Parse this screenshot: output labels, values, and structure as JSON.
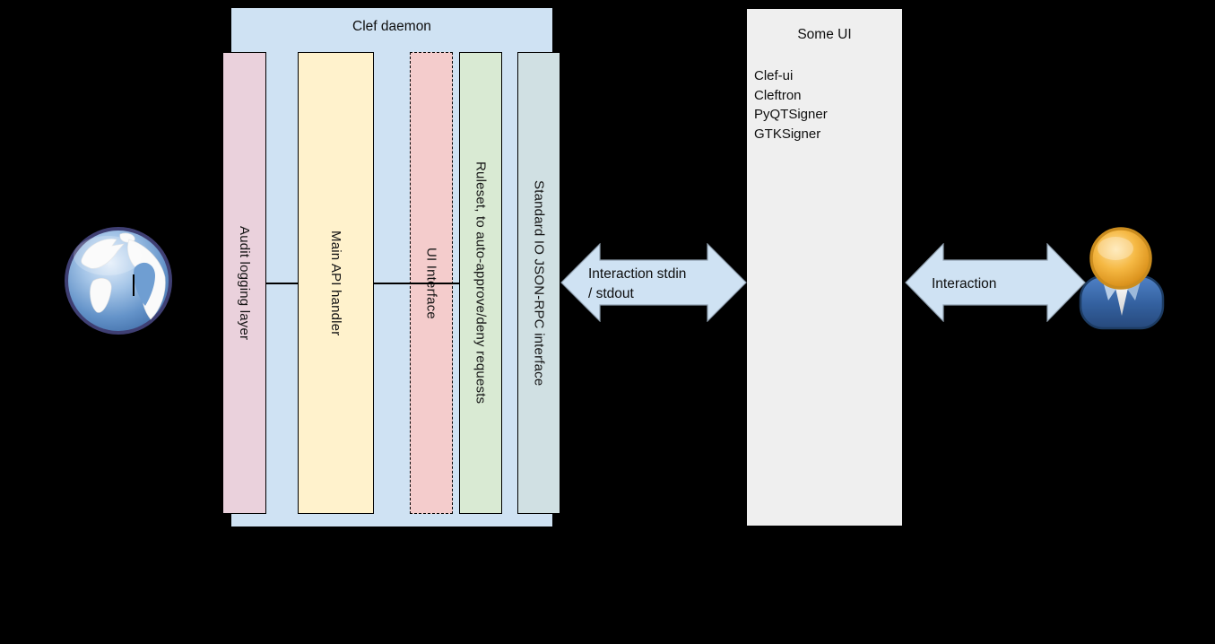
{
  "clef_daemon": {
    "title": "Clef daemon",
    "bars": [
      {
        "label": "Audit logging layer"
      },
      {
        "label": "Main API handler"
      },
      {
        "label": "UI Interface"
      },
      {
        "label": "Ruleset, to auto-approve/deny requests"
      },
      {
        "label": "Standard IO JSON-RPC interface"
      }
    ]
  },
  "some_ui": {
    "title": "Some UI",
    "items": [
      "Clef-ui",
      "Cleftron",
      "PyQTSigner",
      "GTKSigner"
    ]
  },
  "connections": {
    "stdio_arrow": {
      "line1": "Interaction stdin",
      "line2": "/ stdout"
    },
    "user_arrow": {
      "label": "Interaction"
    }
  },
  "icons": {
    "left": "globe-icon",
    "right": "person-icon"
  },
  "colors": {
    "background": "#000000",
    "daemon_box": "#cfe2f3",
    "audit_bar": "#ead1dc",
    "api_bar": "#fff2cc",
    "ui_interface_bar": "#f4cccc",
    "ruleset_bar": "#d9ead3",
    "stdio_bar": "#d0e0e3",
    "some_ui_box": "#efefef",
    "arrow_fill": "#cfe2f3",
    "arrow_stroke": "#8f9fae"
  }
}
